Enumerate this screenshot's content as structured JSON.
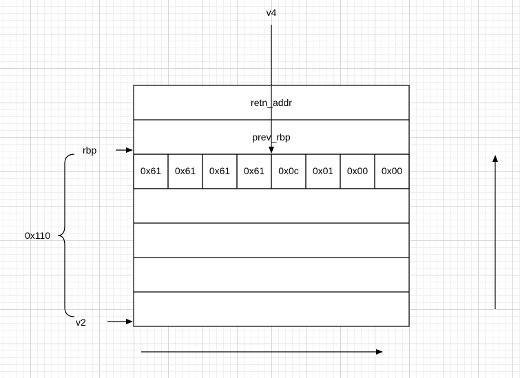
{
  "diagram": {
    "labels": {
      "v4": "v4",
      "retn_addr": "retn_addr",
      "prev_rbp": "prev_rbp",
      "rbp": "rbp",
      "size": "0x110",
      "v2": "v2"
    },
    "bytes": [
      "0x61",
      "0x61",
      "0x61",
      "0x61",
      "0x0c",
      "0x01",
      "0x00",
      "0x00"
    ]
  }
}
